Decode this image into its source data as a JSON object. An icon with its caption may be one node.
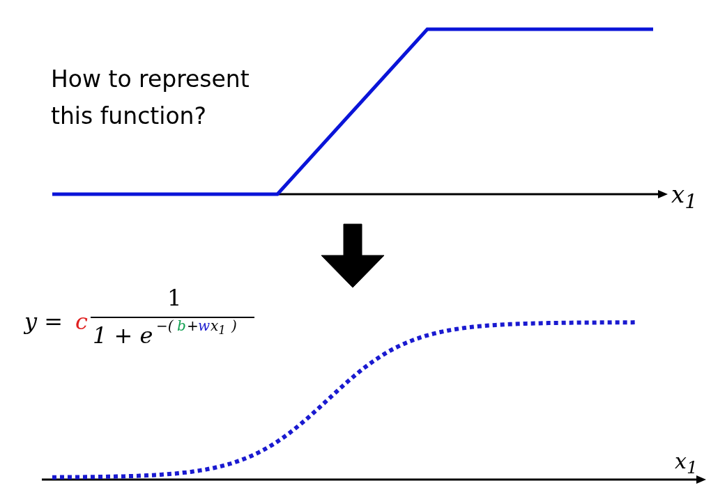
{
  "diagram": {
    "nodes": [
      {
        "text": [],
        "shape": "picture"
      },
      {
        "text": [],
        "shape": "picture"
      }
    ],
    "edges": [
      {
        "from": 0,
        "to": 1,
        "arrow": "to",
        "style": "thick"
      }
    ],
    "labels": [
      "How to represent this function?",
      "x$_{1}$",
      "y =",
      "c",
      "1",
      "1 + e",
      "−(",
      "b",
      "+",
      "w",
      "x$_{1}$",
      ")",
      "x$_{1}$"
    ]
  }
}
